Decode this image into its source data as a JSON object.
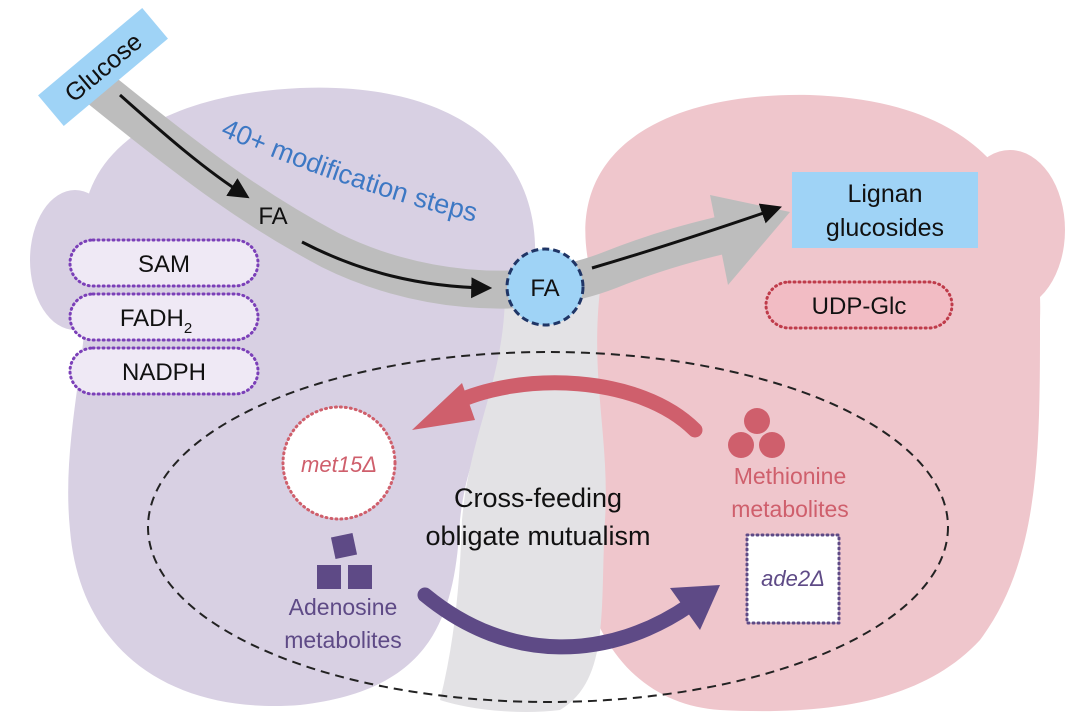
{
  "source_label": "Glucose",
  "product_label_line1": "Lignan",
  "product_label_line2": "glucosides",
  "pathway_label": "40+ modification steps",
  "intermediate_label": "FA",
  "intermediate_exchanged_label": "FA",
  "cofactors": [
    "SAM",
    "FADH",
    "NADPH"
  ],
  "cofactor_subscript": "2",
  "cofactor_right": "UDP-Glc",
  "mutualism_line1": "Cross-feeding",
  "mutualism_line2": "obligate mutualism",
  "strain_left": "met15Δ",
  "strain_right": "ade2Δ",
  "metabolite_left_line1": "Adenosine",
  "metabolite_left_line2": "metabolites",
  "metabolite_right_line1": "Methionine",
  "metabolite_right_line2": "metabolites",
  "colors": {
    "left_cell": "#d8d0e3",
    "right_cell": "#efc6cc",
    "overlap": "#e3e2e5",
    "gray_arrow": "#bdbdbd",
    "label_blue": "#9fd3f6",
    "pathway_text": "#3d78c4",
    "purple": "#5e4a86",
    "dotted_purple": "#7b3fb8",
    "red": "#cf5f6c",
    "dark_red": "#bf3b4a"
  },
  "icons": [
    "methionine-circles-icon",
    "adenosine-squares-icon"
  ]
}
